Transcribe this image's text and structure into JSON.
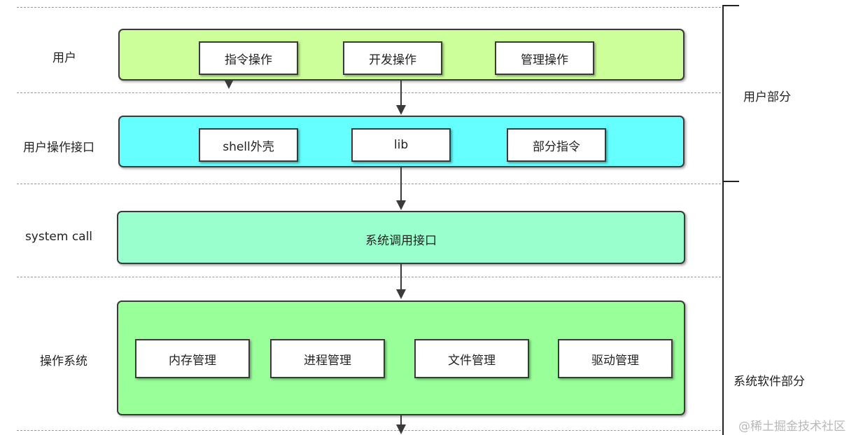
{
  "rows": {
    "user": {
      "label": "用户",
      "items": [
        "指令操作",
        "开发操作",
        "管理操作"
      ],
      "color": "#ccff99"
    },
    "user_interface": {
      "label": "用户操作接口",
      "items": [
        "shell外壳",
        "lib",
        "部分指令"
      ],
      "color": "#66ffff"
    },
    "system_call": {
      "label": "system call",
      "text": "系统调用接口",
      "color": "#99ffcc"
    },
    "os": {
      "label": "操作系统",
      "items": [
        "内存管理",
        "进程管理",
        "文件管理",
        "驱动管理"
      ],
      "color": "#99ff99"
    }
  },
  "sections": {
    "user_part": "用户部分",
    "system_part": "系统软件部分"
  },
  "watermark": "@稀土掘金技术社区"
}
